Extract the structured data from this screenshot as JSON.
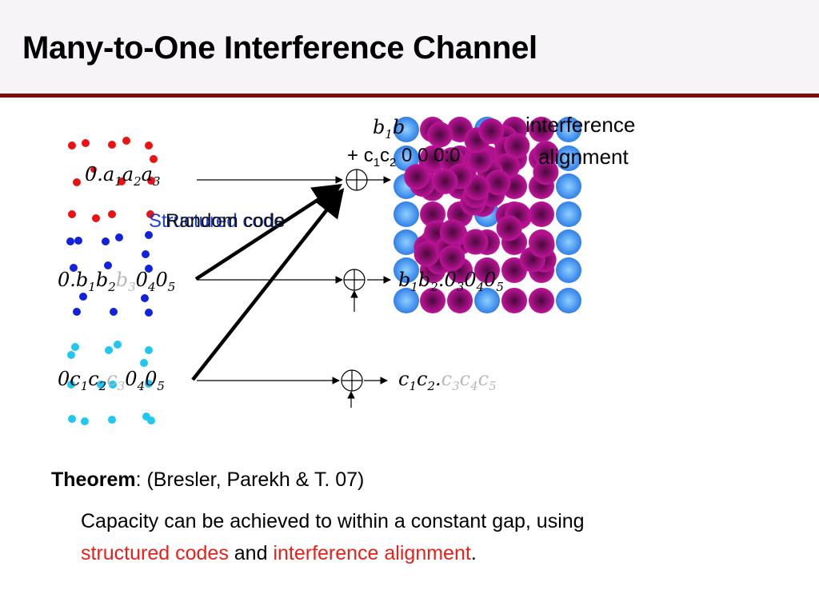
{
  "title": "Many-to-One Interference Channel",
  "diagram": {
    "rows": [
      {
        "input": [
          "0.",
          "a",
          "1",
          "a",
          "2",
          "a",
          "3"
        ],
        "output": null
      },
      {
        "input": [
          "0.",
          "b",
          "1",
          "b",
          "2",
          "b",
          "3",
          "0",
          "4",
          "0",
          "5"
        ],
        "output": [
          "b",
          "1",
          "b",
          "2",
          ".",
          "0",
          "3",
          "0",
          "4",
          "0",
          "5"
        ]
      },
      {
        "input": [
          "0",
          "c",
          "1",
          "c",
          "2",
          "c",
          "3",
          "0",
          "4",
          "0",
          "5"
        ],
        "output": [
          "c",
          "1",
          "c",
          "2",
          ".",
          "c",
          "3",
          "c",
          "4",
          "c",
          "5"
        ]
      }
    ],
    "top_output": [
      "b",
      "1",
      "b"
    ],
    "sum_label": "+",
    "c_terms": [
      "c",
      "1",
      "c",
      "2",
      "0",
      "0",
      "0",
      "0"
    ],
    "labels": {
      "interference": "interference",
      "alignment": "alignment",
      "random_code": "Random code",
      "structured_code": "Structured code"
    },
    "colors": {
      "red_dots": "#ee1111",
      "blue_dots": "#1122dd",
      "cyan_dots": "#1ec8f0",
      "lattice_blue": "#3a8ef0",
      "lattice_magenta": "#b0108f",
      "rule": "#7a0f0f"
    }
  },
  "theorem": {
    "label": "Theorem",
    "citation": ": (Bresler, Parekh & T. 07)",
    "line1": "Capacity can be achieved to within a constant gap, using",
    "highlight1": "structured codes",
    "and": " and ",
    "highlight2": "interference alignment",
    "end": "."
  }
}
